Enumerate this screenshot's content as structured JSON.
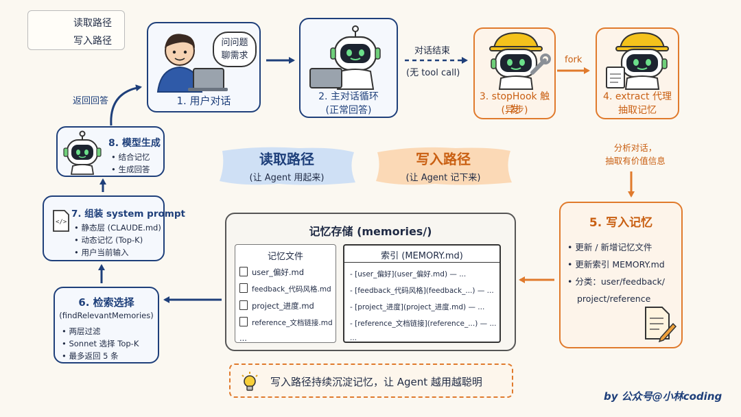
{
  "legend": {
    "read_label": "读取路径",
    "write_label": "写入路径",
    "read_color": "#1e3f7a",
    "write_color": "#e07a2c"
  },
  "steps": {
    "s1": {
      "label": "1. 用户对话",
      "bubble_line1": "问问题",
      "bubble_line2": "聊需求"
    },
    "s2": {
      "line1": "2. 主对话循环",
      "line2": "(正常回答)"
    },
    "s3": {
      "line1": "3. stopHook 触发",
      "line2": "(异步)"
    },
    "s4": {
      "line1": "4. extract 代理",
      "line2": "抽取记忆"
    },
    "s5": {
      "title": "5. 写入记忆",
      "items": [
        "更新 / 新增记忆文件",
        "更新索引 MEMORY.md",
        "分类：user/feedback/",
        "project/reference"
      ]
    },
    "s6": {
      "title": "6. 检索选择",
      "subtitle": "(findRelevantMemories)",
      "items": [
        "两层过滤",
        "Sonnet 选择 Top-K",
        "最多返回 5 条"
      ]
    },
    "s7": {
      "title": "7. 组装 system prompt",
      "items": [
        "静态层 (CLAUDE.md)",
        "动态记忆 (Top-K)",
        "用户当前输入"
      ]
    },
    "s8": {
      "title": "8. 模型生成",
      "items": [
        "结合记忆",
        "生成回答"
      ]
    }
  },
  "edges": {
    "s2_s3_top": "对话结束",
    "s2_s3_bottom": "(无 tool call)",
    "s3_s4": "fork",
    "s4_s5_line1": "分析对话，",
    "s4_s5_line2": "抽取有价值信息",
    "s8_s1": "返回回答"
  },
  "center": {
    "read_title": "读取路径",
    "read_sub": "(让 Agent 用起来)",
    "write_title": "写入路径",
    "write_sub": "(让 Agent 记下来)"
  },
  "storage": {
    "title": "记忆存储 (memories/)",
    "files_title": "记忆文件",
    "files": [
      "user_偏好.md",
      "feedback_代码风格.md",
      "project_进度.md",
      "reference_文档链接.md",
      "..."
    ],
    "index_title": "索引 (MEMORY.md)",
    "index": [
      "- [user_偏好](user_偏好.md) — ...",
      "- [feedback_代码风格](feedback_...) — ...",
      "- [project_进度](project_进度.md) — ...",
      "- [reference_文档链接](reference_...) — ...",
      "..."
    ]
  },
  "tip": "写入路径持续沉淀记忆，让 Agent 越用越聪明",
  "credit": "by 公众号@小林coding"
}
